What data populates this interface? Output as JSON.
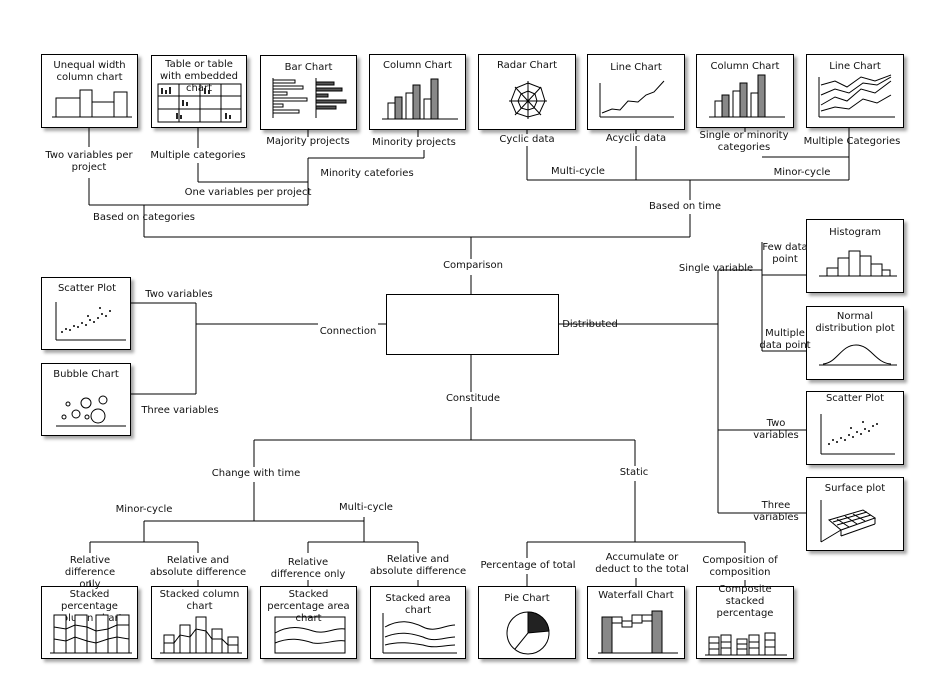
{
  "boxes": {
    "unequal": "Unequal width column chart",
    "table": "Table or table with embedded chart",
    "bar": "Bar Chart",
    "column1": "Column Chart",
    "radar": "Radar Chart",
    "line1": "Line Chart",
    "column2": "Column Chart",
    "line2": "Line Chart",
    "scatter_left": "Scatter Plot",
    "bubble": "Bubble Chart",
    "histogram": "Histogram",
    "normal": "Normal distribution plot",
    "scatter_right": "Scatter Plot",
    "surface": "Surface plot",
    "stacked_pct_col": "Stacked percentage column chart",
    "stacked_col": "Stacked column chart",
    "stacked_pct_area": "Stacked percentage area chart",
    "stacked_area": "Stacked area chart",
    "pie": "Pie Chart",
    "waterfall": "Waterfall Chart",
    "composite": "Composite stacked percentage"
  },
  "labels": {
    "two_var_per_project": "Two variables per project",
    "multiple_categories": "Multiple categories",
    "majority_projects": "Majority projects",
    "minority_projects": "Minority projects",
    "cyclic_data": "Cyclic data",
    "acyclic_data": "Acyclic data",
    "single_or_minority": "Single or minority categories",
    "multiple_categories_2": "Multiple Categories",
    "minority_catefories": "Minority catefories",
    "one_var_per_project": "One variables per project",
    "multi_cycle_top": "Multi-cycle",
    "minor_cycle_top": "Minor-cycle",
    "based_on_categories": "Based on categories",
    "based_on_time": "Based on time",
    "comparison": "Comparison",
    "connection": "Connection",
    "distributed": "Distributed",
    "constitude": "Constitude",
    "two_variables_left": "Two variables",
    "three_variables_left": "Three variables",
    "single_variable": "Single variable",
    "few_data_point": "Few data point",
    "multiple_data_point": "Multiple data point",
    "two_variables_right": "Two variables",
    "three_variables_right": "Three variables",
    "change_with_time": "Change with time",
    "static": "Static",
    "minor_cycle_bottom": "Minor-cycle",
    "multi_cycle_bottom": "Multi-cycle",
    "rel_diff_only_1": "Relative difference only",
    "rel_abs_diff_1": "Relative and absolute difference",
    "rel_diff_only_2": "Relative difference only",
    "rel_abs_diff_2": "Relative and absolute difference",
    "pct_of_total": "Percentage of total",
    "accumulate": "Accumulate or deduct to the total",
    "composition": "Composition of composition"
  },
  "colors": {
    "line": "#000000",
    "dark_fill": "#222222",
    "gray_fill": "#888888"
  }
}
